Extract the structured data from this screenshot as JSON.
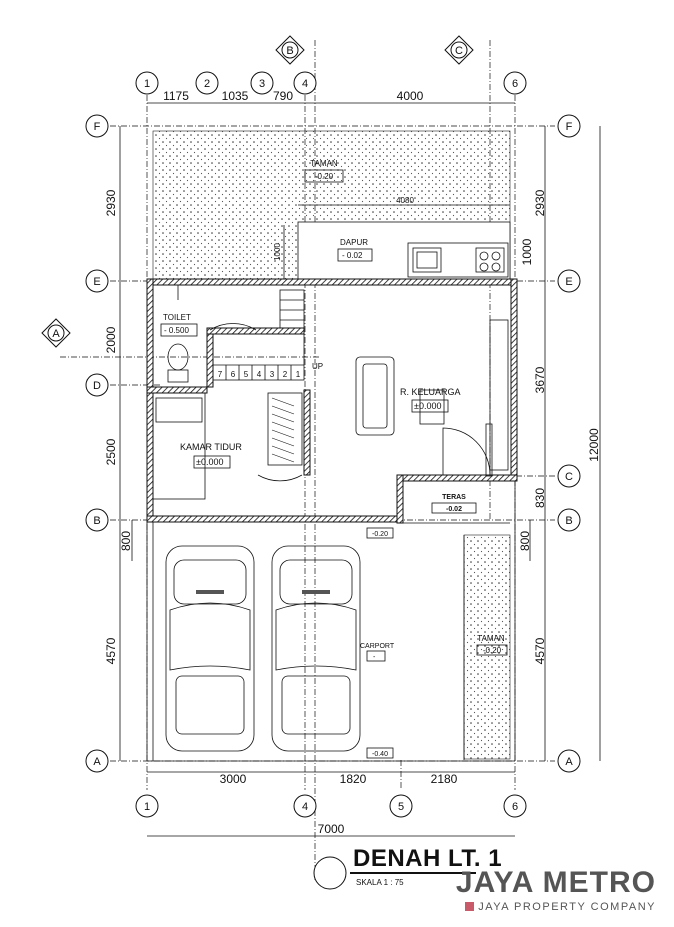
{
  "grid_bubbles": {
    "top": [
      "1",
      "2",
      "3",
      "4",
      "6"
    ],
    "bottom": [
      "1",
      "4",
      "5",
      "6"
    ],
    "left": [
      "F",
      "E",
      "D",
      "B",
      "A"
    ],
    "right": [
      "F",
      "E",
      "C",
      "B",
      "A"
    ],
    "section_marks": [
      "B",
      "C",
      "A"
    ]
  },
  "dimensions": {
    "top": [
      "1175",
      "1035",
      "790",
      "4000"
    ],
    "bottom": [
      "3000",
      "1820",
      "2180"
    ],
    "bottom_total": "7000",
    "left": [
      "2930",
      "2000",
      "2500",
      "800",
      "4570"
    ],
    "right": [
      "2930",
      "1000",
      "3670",
      "830",
      "800",
      "4570"
    ],
    "right_total": "12000",
    "interior_top": "4080",
    "interior_left": "1000"
  },
  "rooms": {
    "taman_top": {
      "name": "TAMAN",
      "level": "-0.20"
    },
    "dapur": {
      "name": "DAPUR",
      "level": "- 0.02"
    },
    "toilet": {
      "name": "TOILET",
      "level": "- 0.500"
    },
    "keluarga": {
      "name": "R. KELUARGA",
      "level": "±0.000"
    },
    "kamar": {
      "name": "KAMAR TIDUR",
      "level": "±0.000"
    },
    "teras": {
      "name": "TERAS",
      "level": "-0.02"
    },
    "carport": {
      "name": "CARPORT",
      "level": "-"
    },
    "taman_side": {
      "name": "TAMAN",
      "level": "-0.20"
    }
  },
  "stair": {
    "steps": [
      "7",
      "6",
      "5",
      "4",
      "3",
      "2",
      "1"
    ],
    "direction": "UP"
  },
  "levels": {
    "door_sill": "-0.20",
    "carport_bottom": "-0.40"
  },
  "title": {
    "main": "DENAH LT. 1",
    "scale": "SKALA    1 : 75"
  },
  "brand": {
    "name": "JAYA METRO",
    "tagline": "JAYA PROPERTY COMPANY"
  }
}
